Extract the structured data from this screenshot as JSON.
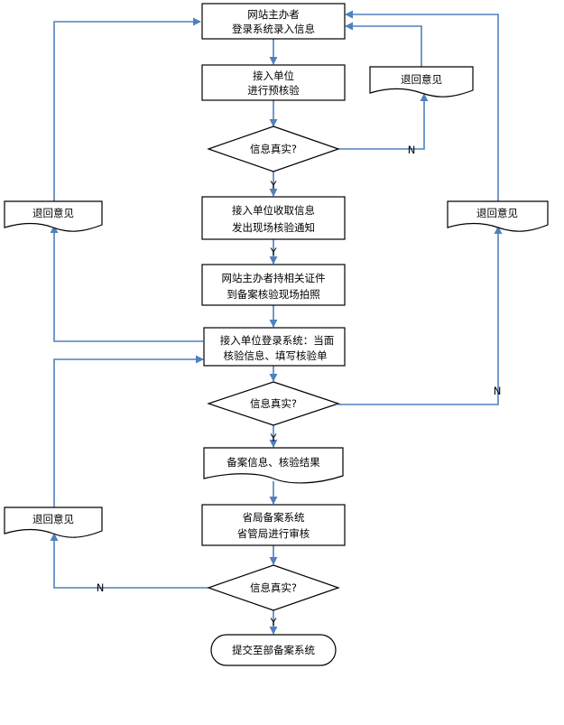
{
  "colors": {
    "connector": "#4f81bd",
    "shape_stroke": "#000000",
    "background": "#ffffff"
  },
  "steps": {
    "s1": [
      "网站主办者",
      "登录系统录入信息"
    ],
    "s2": [
      "接入单位",
      "进行预核验"
    ],
    "s3": [
      "接入单位收取信息",
      "发出现场核验通知"
    ],
    "s4": [
      "网站主办者持相关证件",
      "到备案核验现场拍照"
    ],
    "s5": [
      "接入单位登录系统：当面",
      "核验信息、填写核验单"
    ],
    "s6": "备案信息、核验结果",
    "s7": [
      "省局备案系统",
      "省管局进行审核"
    ],
    "end": "提交至部备案系统"
  },
  "decisions": {
    "d1": "信息真实?",
    "d2": "信息真实?",
    "d3": "信息真实?"
  },
  "documents": {
    "r1": "退回意见",
    "r2": "退回意见",
    "r3": "退回意见",
    "r4": "退回意见"
  },
  "edge_labels": {
    "yes": "Y",
    "no": "N"
  }
}
